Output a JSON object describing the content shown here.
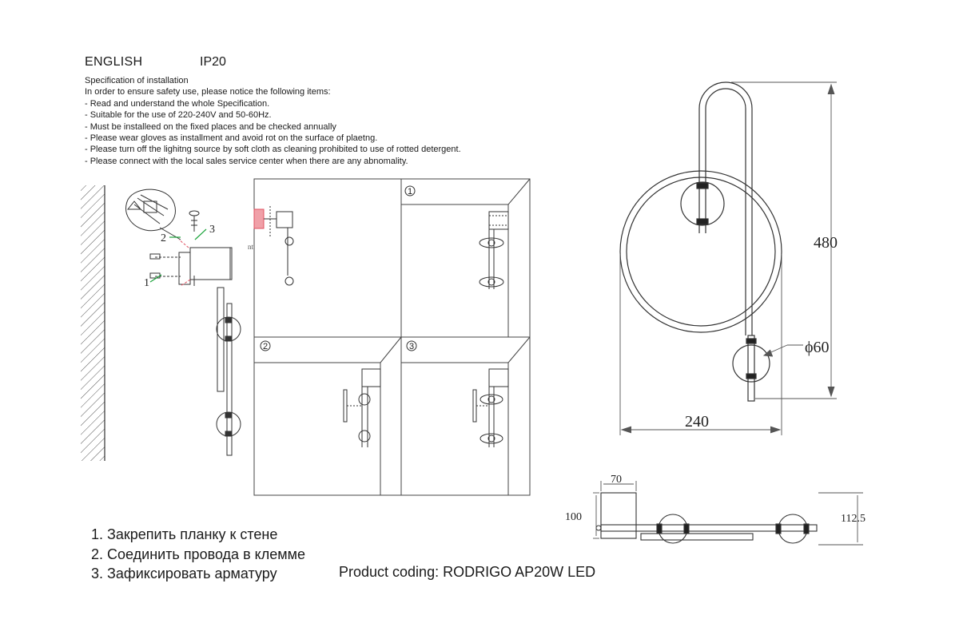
{
  "header": {
    "language": "ENGLISH",
    "ip_rating": "IP20"
  },
  "specification": {
    "title": "Specification of installation",
    "intro": "In order to ensure safety use, please notice the following items:",
    "items": [
      "- Read and understand the whole Specification.",
      "- Suitable for the use of 220-240V and 50-60Hz.",
      "- Must be installeed on the fixed places and be checked annually",
      "- Please wear gloves as installment and avoid rot on the surface of plaetng.",
      "- Please turn off the lighitng source by soft cloth as cleaning prohibited to use of rotted detergent.",
      "- Please connect with the local sales service center when there are any abnomality."
    ]
  },
  "steps": [
    "1. Закрепить планку к стене",
    "2. Соединить провода в клемме",
    "3. Зафиксировать арматуру"
  ],
  "product_coding": "Product coding: RODRIGO AP20W LED",
  "diagram": {
    "callouts": [
      "1",
      "2",
      "3"
    ],
    "panel_numbers": [
      "①",
      "②",
      "③"
    ],
    "cropped_label": "nt.",
    "dimensions": {
      "height": "480",
      "width": "240",
      "diameter": "ϕ60",
      "base_width": "70",
      "base_height": "100",
      "depth": "112.5"
    }
  },
  "colors": {
    "line": "#3a3a3a",
    "callout_green": "#1aa33a",
    "highlight_red": "#e05060",
    "hatch": "#555555"
  }
}
